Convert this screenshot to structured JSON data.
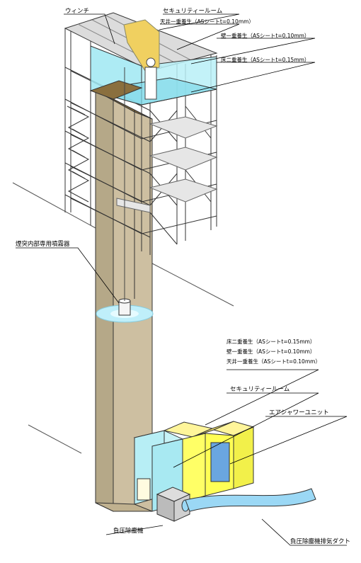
{
  "labels": {
    "winch": "ウィンチ",
    "security_room_top": "セキュリティールーム",
    "ceiling_top": "天井一重養生（ASシートt=0.10mm）",
    "wall_top": "壁一重養生（ASシートt=0.10mm）",
    "floor_top": "床二重養生（ASシートt=0.15mm）",
    "sprayer": "煙突内部専用噴霧器",
    "floor_bottom": "床二重養生（ASシートt=0.15mm）",
    "wall_bottom": "壁一重養生（ASシートt=0.10mm）",
    "ceiling_bottom": "天井一重養生（ASシートt=0.10mm）",
    "security_room_bottom": "セキュリティールーム",
    "air_shower": "エアシャワーユニット",
    "negative_pressure_unit": "負圧除塵機",
    "exhaust_duct": "負圧除塵機排気ダクト"
  },
  "colors": {
    "cyan_sheet": "#9fe8f2",
    "yellow_unit": "#ffff66",
    "blue_unit": "#6aa6e0",
    "chimney": "#c8bb9f",
    "scaffold_line": "#333333",
    "duct": "#9bd8f5"
  }
}
